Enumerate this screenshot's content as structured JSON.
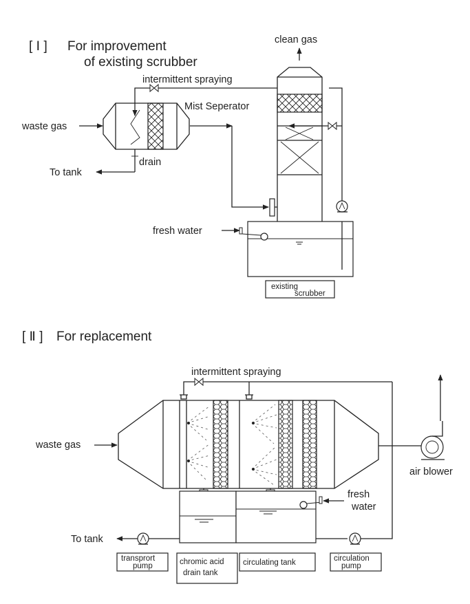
{
  "section1": {
    "bracket": "[ Ⅰ ]",
    "title_line1": "For improvement",
    "title_line2": "of existing scrubber",
    "labels": {
      "clean_gas": "clean gas",
      "intermittent_spraying": "intermittent spraying",
      "mist_separator": "Mist Seperator",
      "waste_gas": "waste gas",
      "drain": "drain",
      "to_tank": "To tank",
      "fresh_water": "fresh water",
      "existing_scrubber_line1": "existing",
      "existing_scrubber_line2": "scrubber"
    }
  },
  "section2": {
    "bracket": "[ Ⅱ ]",
    "title": "For replacement",
    "labels": {
      "intermittent_spraying": "intermittent spraying",
      "waste_gas": "waste gas",
      "air_blower": "air blower",
      "fresh_water_line1": "fresh",
      "fresh_water_line2": "water",
      "to_tank": "To tank",
      "transport_pump_line1": "transprort",
      "transport_pump_line2": "pump",
      "chromic_acid_line1": "chromic acid",
      "chromic_acid_line2": "drain tank",
      "circulating_tank": "circulating tank",
      "circulation_pump_line1": "circulation",
      "circulation_pump_line2": "pump"
    }
  }
}
